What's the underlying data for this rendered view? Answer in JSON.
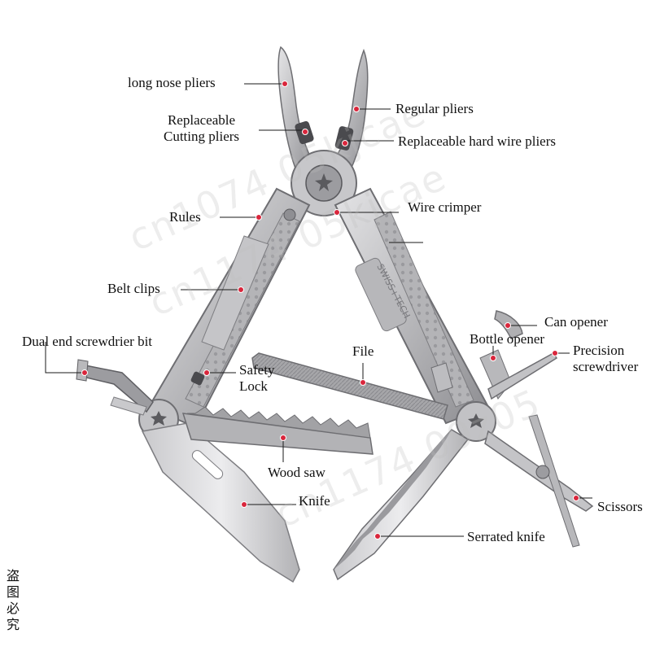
{
  "watermarks": [
    "cn1074   05kjcae",
    "cn1174    05kjcae",
    "cn1174   09z05"
  ],
  "corner_text": "盗图必究",
  "colors": {
    "dot": "#d9263c",
    "line": "#1a1a1a",
    "steel_light": "#d6d6d8",
    "steel_mid": "#a9a9ac",
    "steel_dark": "#6e6e72"
  },
  "labels": {
    "long_nose_pliers": "long nose pliers",
    "regular_pliers": "Regular pliers",
    "replaceable_cutting_pliers_1": "Replaceable",
    "replaceable_cutting_pliers_2": "Cutting pliers",
    "replaceable_hard_wire_pliers": "Replaceable hard wire pliers",
    "rules": "Rules",
    "wire_crimper": "Wire crimper",
    "belt_clips": "Belt clips",
    "can_opener": "Can opener",
    "bottle_opener": "Bottle opener",
    "precision_screwdriver_1": "Precision",
    "precision_screwdriver_2": "screwdriver",
    "dual_end_screwdriver_bit": "Dual end screwdrier bit",
    "file": "File",
    "safety_lock_1": "Safety",
    "safety_lock_2": "Lock",
    "wood_saw": "Wood saw",
    "knife": "Knife",
    "scissors": "Scissors",
    "serrated_knife": "Serrated knife"
  },
  "handle_engraving": "SWISS+TECH"
}
